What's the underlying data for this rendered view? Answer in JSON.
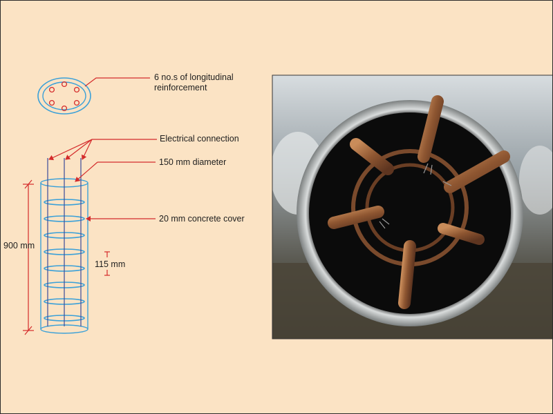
{
  "labels": {
    "longitudinal": "6 no.s of longitudinal reinforcement",
    "electrical": "Electrical connection",
    "diameter": "150 mm diameter",
    "cover": "20 mm concrete cover",
    "height": "900 mm",
    "spacing": "115 mm"
  },
  "colors": {
    "background": "#fbe3c4",
    "rebar_blue": "#3aa0d8",
    "arrow_red": "#d42a2a",
    "pipe_black": "#0b0b0b",
    "rust": "#8a5a3a"
  },
  "photo": {
    "subject": "photo-of-steel-cage-in-pipe-mould",
    "bar_count": 6
  }
}
